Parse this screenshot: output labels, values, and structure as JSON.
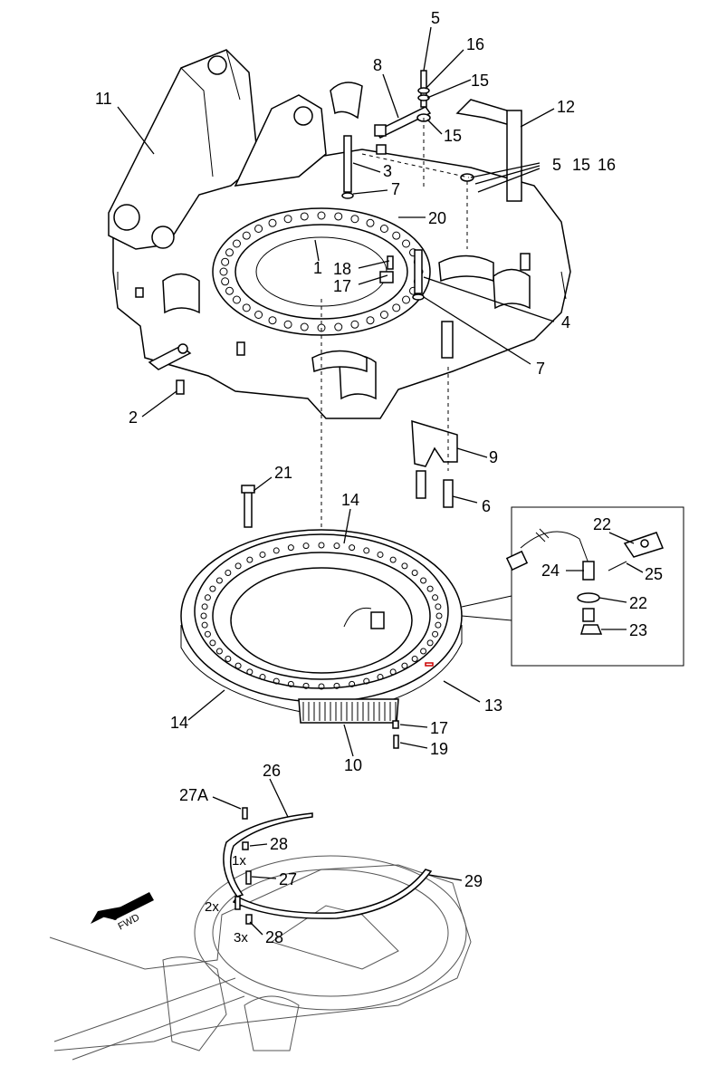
{
  "callouts": {
    "c5a": "5",
    "c16": "16",
    "c8": "8",
    "c15a": "15",
    "c15b": "15",
    "c11": "11",
    "c12": "12",
    "c5b": "5",
    "c15c": "15",
    "c16b": "16",
    "c3": "3",
    "c7a": "7",
    "c20": "20",
    "c1": "1",
    "c18": "18",
    "c17a": "17",
    "c4": "4",
    "c7b": "7",
    "c2": "2",
    "c9": "9",
    "c21": "21",
    "c6": "6",
    "c14a": "14",
    "c22a": "22",
    "c24": "24",
    "c25": "25",
    "c22b": "22",
    "c23": "23",
    "c13": "13",
    "c14b": "14",
    "c17b": "17",
    "c19": "19",
    "c10": "10",
    "c26": "26",
    "c27a": "27A",
    "c28a": "28",
    "c1x": "1x",
    "c27": "27",
    "c29": "29",
    "c2x": "2x",
    "c3x": "3x",
    "c28b": "28",
    "fwd": "FWD"
  }
}
